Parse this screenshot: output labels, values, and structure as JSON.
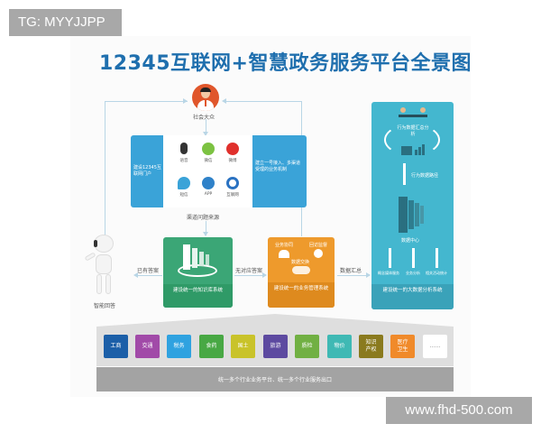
{
  "watermarks": {
    "top_left": "TG: MYYJJPP",
    "bottom_right": "www.fhd-500.com"
  },
  "diagram": {
    "title": "12345互联网+智慧政务服务平台全景图",
    "public": {
      "label": "社会大众"
    },
    "channels": {
      "left_text": "建设12345互联网门户",
      "right_text": "建立一号接入、多渠道受理的业务机制",
      "items": [
        {
          "icon": "microphone-icon",
          "label": "语音",
          "color": "#333333"
        },
        {
          "icon": "wechat-icon",
          "label": "微信",
          "color": "#7cc242"
        },
        {
          "icon": "weibo-icon",
          "label": "微博",
          "color": "#e0302c"
        },
        {
          "icon": "sms-icon",
          "label": "短信",
          "color": "#3aa3d8"
        },
        {
          "icon": "app-store-icon",
          "label": "APP",
          "color": "#2f82c9"
        },
        {
          "icon": "internet-explorer-icon",
          "label": "互联网",
          "color": "#2a72c2"
        }
      ],
      "source_label": "渠道问题来源"
    },
    "smart_answer": {
      "label": "智能回答"
    },
    "knowledge_base": {
      "footer": "建设统一的知识库系统",
      "arrow_out_label": "已有答案",
      "color": "#3ba676"
    },
    "business_system": {
      "footer": "建设统一的业务管理系统",
      "arrow_in_label": "无对应答案",
      "arrow_out_label": "数据汇总",
      "modules": [
        "业务协同",
        "回访监督",
        "数据交换"
      ],
      "color": "#ee9a2c"
    },
    "big_data": {
      "top_label": "行为数据汇总分析",
      "mid_label": "行为数据路径",
      "center_label": "数据中心",
      "bottom_items": [
        "概念媒体服务",
        "业务分析",
        "相关活动统计"
      ],
      "footer": "建设统一的大数据分析系统",
      "color": "#44b7cf"
    },
    "industries": [
      {
        "label": "工商",
        "color": "#1c5fa8"
      },
      {
        "label": "交通",
        "color": "#a14aa8"
      },
      {
        "label": "税务",
        "color": "#2fa2e0"
      },
      {
        "label": "食药",
        "color": "#48a844"
      },
      {
        "label": "国土",
        "color": "#c9c32a"
      },
      {
        "label": "旅游",
        "color": "#5d4aa0"
      },
      {
        "label": "质检",
        "color": "#71b043"
      },
      {
        "label": "物价",
        "color": "#3fb9b4"
      },
      {
        "label": "知识产权",
        "color": "#8a7a1e"
      },
      {
        "label": "医疗卫生",
        "color": "#f08a2a"
      },
      {
        "label": "……",
        "color": "#ffffff"
      }
    ],
    "bottom_bar": "统一多个行业业务平台、统一多个行业服务出口"
  }
}
